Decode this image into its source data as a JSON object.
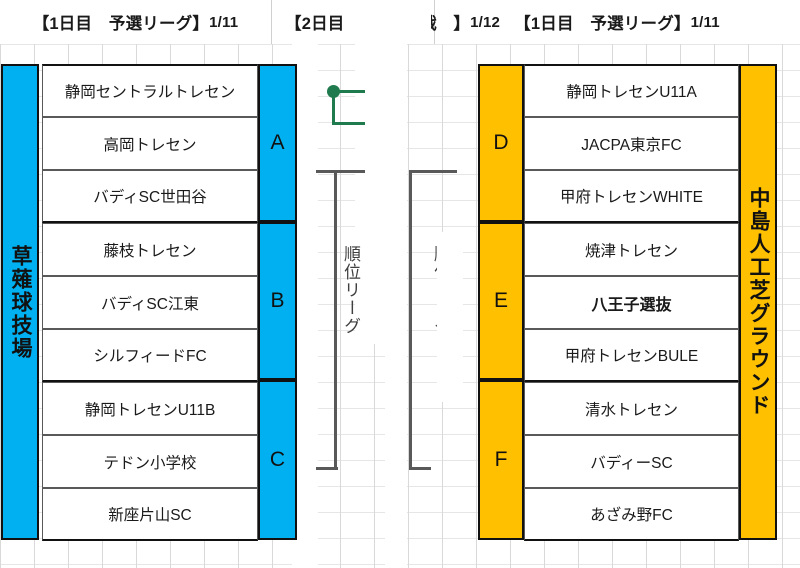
{
  "headers": [
    {
      "id": "day1-left",
      "text": "【1日目　予選リーグ】",
      "date": "1/11"
    },
    {
      "id": "day2-mid",
      "text": "【2日目　",
      "date": ""
    },
    {
      "id": "day2-mid-b",
      "text": "戦　】",
      "date": "1/12"
    },
    {
      "id": "day1-right",
      "text": "【1日目　予選リーグ】",
      "date": "1/11"
    }
  ],
  "venues": {
    "left": {
      "name": "草薙球技場",
      "color": "#00B0F0"
    },
    "right": {
      "name": "中島人工芝グラウンド",
      "color": "#FFC000"
    }
  },
  "bracket_labels": {
    "left": "順位リーグ",
    "right": "順位リーグ"
  },
  "left_block": {
    "accent": "#00B0F0",
    "groups": [
      {
        "letter": "A",
        "teams": [
          "静岡セントラルトレセン",
          "高岡トレセン",
          "バディSC世田谷"
        ]
      },
      {
        "letter": "B",
        "teams": [
          "藤枝トレセン",
          "バディSC江東",
          "シルフィードFC"
        ]
      },
      {
        "letter": "C",
        "teams": [
          "静岡トレセンU11B",
          "テドン小学校",
          "新座片山SC"
        ]
      }
    ]
  },
  "right_block": {
    "accent": "#FFC000",
    "groups": [
      {
        "letter": "D",
        "teams": [
          "静岡トレセンU11A",
          "JACPA東京FC",
          "甲府トレセンWHITE"
        ]
      },
      {
        "letter": "E",
        "teams": [
          "焼津トレセン",
          "八王子選抜",
          "甲府トレセンBULE"
        ],
        "bold_index": 1
      },
      {
        "letter": "F",
        "teams": [
          "清水トレセン",
          "バディーSC",
          "あざみ野FC"
        ]
      }
    ]
  },
  "marker": {
    "name": "green-node",
    "color": "#1F7A4D"
  }
}
